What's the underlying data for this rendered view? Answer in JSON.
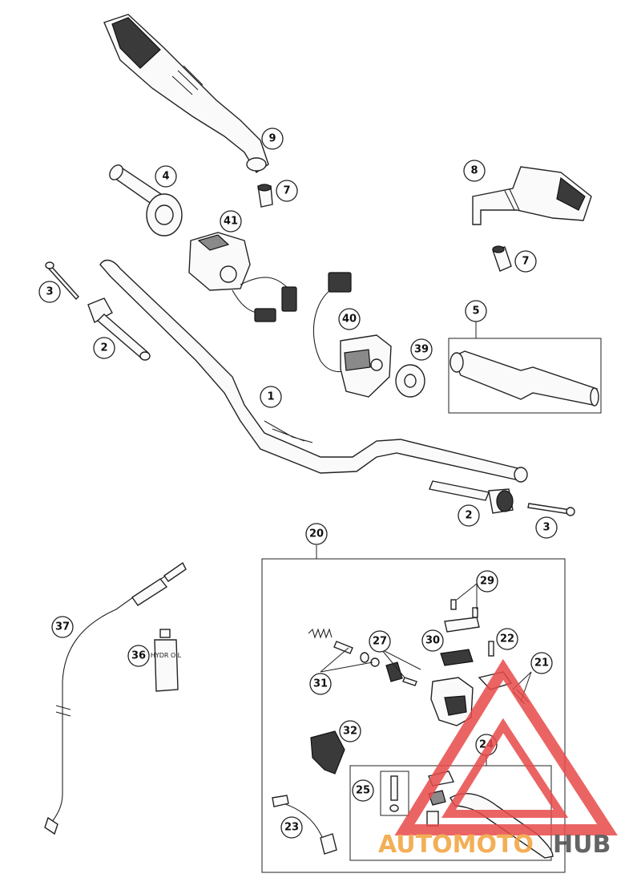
{
  "callouts": {
    "c1": "1",
    "c2a": "2",
    "c2b": "2",
    "c3a": "3",
    "c3b": "3",
    "c4": "4",
    "c5": "5",
    "c7a": "7",
    "c7b": "7",
    "c8": "8",
    "c9": "9",
    "c20": "20",
    "c21": "21",
    "c22": "22",
    "c23": "23",
    "c24": "24",
    "c25": "25",
    "c27": "27",
    "c29": "29",
    "c30": "30",
    "c31": "31",
    "c32": "32",
    "c36": "36",
    "c37": "37",
    "c39": "39",
    "c40": "40",
    "c41": "41"
  },
  "bottle_label": "HYDR OIL",
  "watermark": {
    "part1": "AUTOMOTO",
    "part2": "HUB",
    "color_red": "#e84a4a",
    "color_orange": "#f2a23a",
    "color_dark": "#4a4a4a"
  }
}
